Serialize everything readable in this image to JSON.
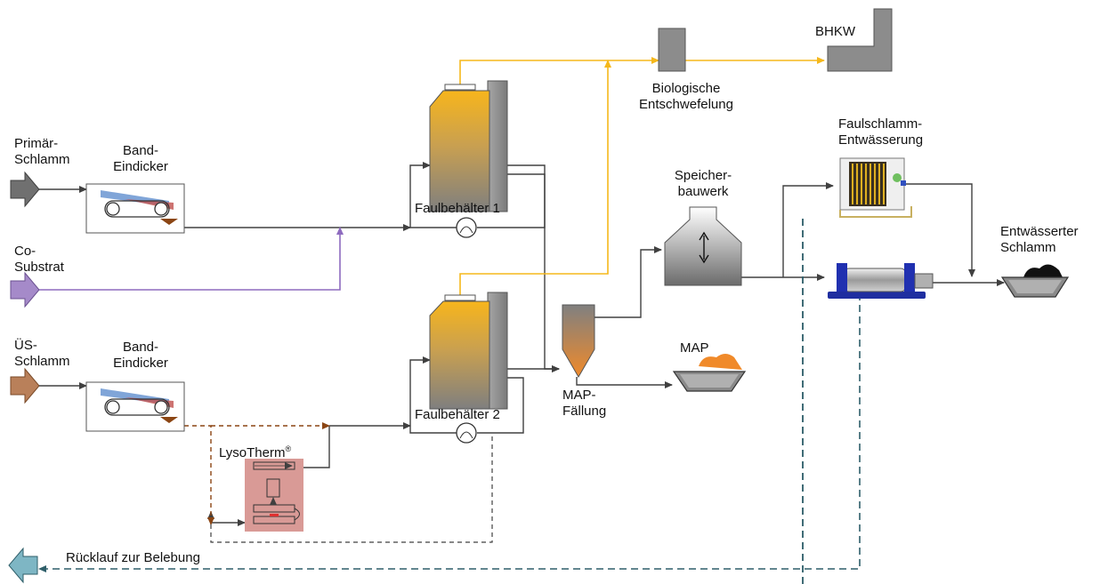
{
  "labels": {
    "primaer": [
      "Primär-",
      "Schlamm"
    ],
    "band1": [
      "Band-",
      "Eindicker"
    ],
    "cosub": [
      "Co-",
      "Substrat"
    ],
    "ues": [
      "ÜS-",
      "Schlamm"
    ],
    "band2": [
      "Band-",
      "Eindicker"
    ],
    "lysotherm": "LysoTherm",
    "lysotherm_mark": "®",
    "faul1": "Faulbehälter 1",
    "faul2": "Faulbehälter 2",
    "bio": [
      "Biologische",
      "Entschwefelung"
    ],
    "bhkw": "BHKW",
    "speicher": [
      "Speicher-",
      "bauwerk"
    ],
    "mapfaellung": [
      "MAP-",
      "Fällung"
    ],
    "map": "MAP",
    "faulschlamm": [
      "Faulschlamm-",
      "Entwässerung"
    ],
    "entw": [
      "Entwässerter",
      "Schlamm"
    ],
    "ruecklauf": "Rücklauf zur Belebung"
  },
  "colors": {
    "sludge_line": "#404040",
    "gas_line": "#f5b81c",
    "cosubstrate_line": "#8e6bbf",
    "ues_line": "#8b4513",
    "return_line": "#2f5f6a",
    "primary_arrow": "#707070",
    "cosubstrate_arrow": "#a58ac9",
    "ues_arrow": "#b9805a",
    "return_arrow": "#7eb6c4",
    "lysotherm_box": "#d99a96",
    "digester_gas": "#f7b51c",
    "map_product": "#f08a2a"
  }
}
